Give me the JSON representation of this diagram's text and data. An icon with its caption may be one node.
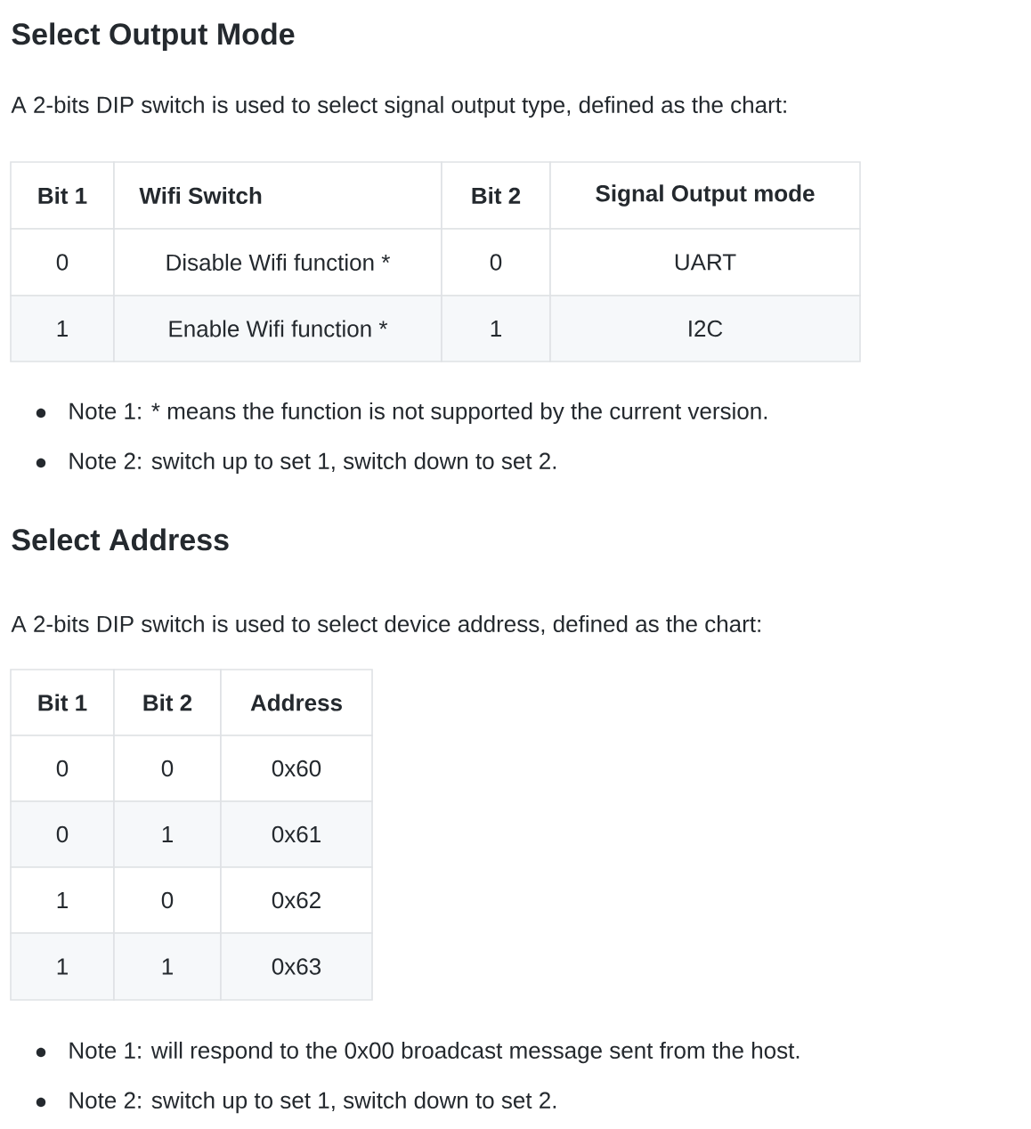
{
  "diagram": {
    "labels": [
      "Select Output Mode",
      "A 2-bits DIP switch is used to select signal output type, defined as the chart:",
      "Bit 1",
      "Wifi Switch",
      "Bit 2",
      "Signal Output mode",
      "0",
      "Disable Wifi function *",
      "0",
      "UART",
      "1",
      "Enable Wifi function *",
      "1",
      "I2C",
      "Note 1: * means the function is not supported by the current version.",
      "Note 2: switch up to set 1, switch down to set 2.",
      "Select Address",
      "A 2-bits DIP switch is used to select device address, defined as the chart:",
      "Bit 1",
      "Bit 2",
      "Address",
      "0",
      "0",
      "0x60",
      "0",
      "1",
      "0x61",
      "1",
      "0",
      "0x62",
      "1",
      "1",
      "0x63",
      "Note 1: will respond to the 0x00 broadcast message sent from the host.",
      "Note 2: switch up to set 1, switch down to set 2."
    ]
  }
}
